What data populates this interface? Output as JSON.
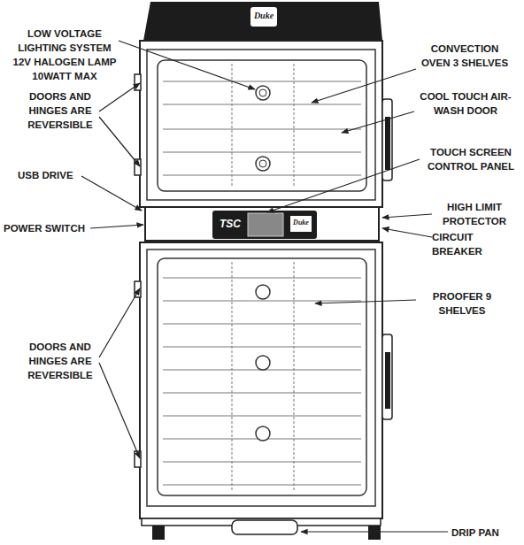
{
  "diagram": {
    "labels": [
      "LOW VOLTAGE LIGHTING SYSTEM 12V HALOGEN LAMP 10WATT MAX",
      "DOORS AND HINGES ARE REVERSIBLE",
      "USB DRIVE",
      "POWER SWITCH",
      "DOORS AND HINGES ARE REVERSIBLE",
      "CONVECTION OVEN 3 SHELVES",
      "COOL TOUCH AIR- WASH DOOR",
      "TOUCH SCREEN CONTROL PANEL",
      "HIGH LIMIT PROTECTOR",
      "CIRCUIT BREAKER",
      "PROOFER 9 SHELVES",
      "DRIP PAN",
      "Duke",
      "TSC",
      "Duke"
    ]
  }
}
